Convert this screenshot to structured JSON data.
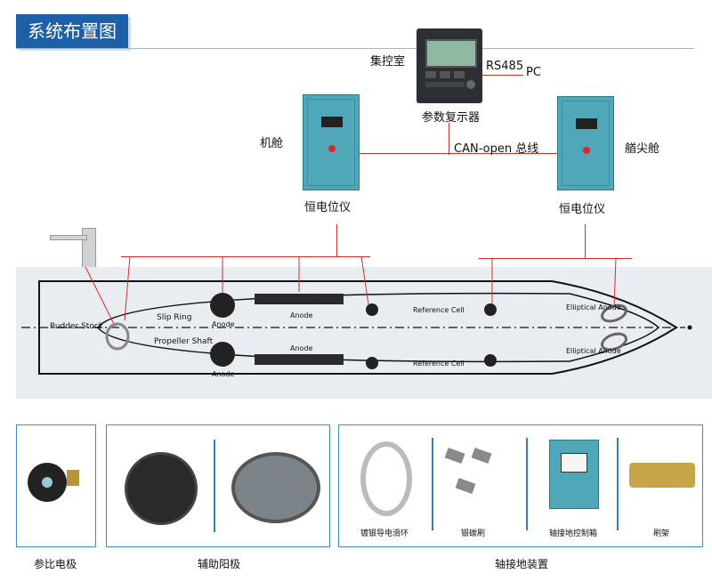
{
  "header": {
    "title": "系统布置图"
  },
  "top": {
    "control_room": "集控室",
    "repeater_label": "参数复示器",
    "rs485": "RS485",
    "pc": "PC",
    "canopen": "CAN-open 总线",
    "engine_room": "机舱",
    "bow": "艏尖舱",
    "left_unit": "恒电位仪",
    "right_unit": "恒电位仪"
  },
  "hull": {
    "rudder_stock": "Rudder Stock",
    "slip_ring": "Slip Ring",
    "propeller_shaft": "Propeller Shaft",
    "anode_small_top": "Anode",
    "anode_small_bottom": "Anode",
    "anode_bar_top": "Anode",
    "anode_bar_bottom": "Anode",
    "ref_cell_top": "Reference Cell",
    "ref_cell_bottom": "Reference Cell",
    "elliptical_top": "Elliptical Anode",
    "elliptical_bottom": "Elliptical Anode"
  },
  "components": {
    "reference_electrode": "参比电极",
    "aux_anode": "辅助阳极",
    "shaft_grounding": "轴接地装置",
    "silver_slip_ring": "镀银导电滑环",
    "silver_carbon_brush": "银碳刷",
    "shaft_ground_box": "轴接地控制箱",
    "brush_holder": "刷架"
  },
  "colors": {
    "accent": "#1d60a8",
    "wire": "#d62c2c",
    "cabinet": "#4fa7b8",
    "hull_bg": "#e9edf2",
    "panel_border": "#3f8bc9"
  }
}
